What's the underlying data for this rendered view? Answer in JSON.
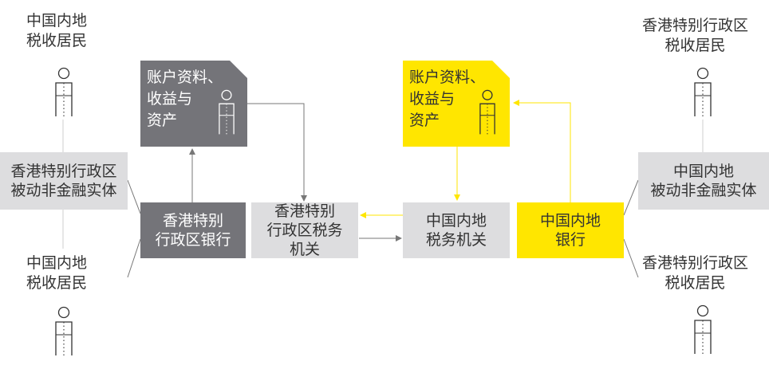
{
  "labels": {
    "top_left": [
      "中国内地",
      "税收居民"
    ],
    "bottom_left": [
      "中国内地",
      "税收居民"
    ],
    "top_right": [
      "香港特别行政区",
      "税收居民"
    ],
    "bottom_right": [
      "香港特别行政区",
      "税收居民"
    ]
  },
  "boxes": {
    "hk_entity": [
      "香港特别行政区",
      "被动非金融实体"
    ],
    "hk_bank": [
      "香港特别",
      "行政区银行"
    ],
    "hk_tax": [
      "香港特别",
      "行政区税务",
      "机关"
    ],
    "cn_tax": [
      "中国内地",
      "税务机关"
    ],
    "cn_bank": [
      "中国内地",
      "银行"
    ],
    "cn_entity": [
      "中国内地",
      "被动非金融实体"
    ]
  },
  "docs": {
    "left": [
      "账户资料、",
      "收益与",
      "资产"
    ],
    "right": [
      "账户资料、",
      "收益与",
      "资产"
    ]
  },
  "colors": {
    "yellow": "#ffe600",
    "dark_gray": "#747479",
    "light_gray": "#dddddf",
    "text": "#333333"
  }
}
